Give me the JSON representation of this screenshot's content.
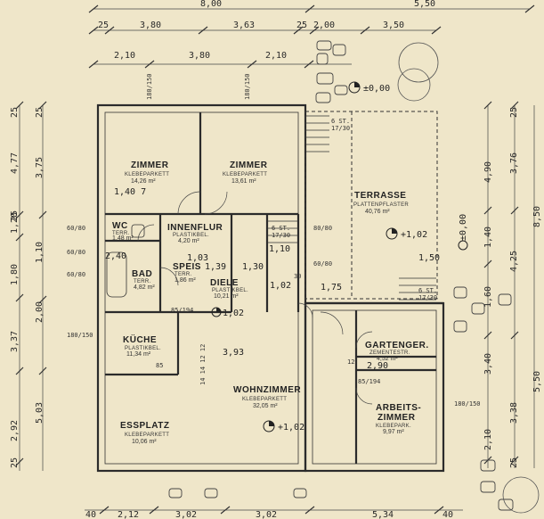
{
  "top_dims_row1": [
    "8,00",
    "5,50"
  ],
  "top_dims_row2": [
    "25",
    "3,80",
    "3,63",
    "25",
    "2,00",
    "3,50"
  ],
  "top_dims_row3": [
    "2,10",
    "3,80",
    "2,10"
  ],
  "bottom_dims": [
    "40",
    "2,12",
    "3,02",
    "3,02",
    "5,34",
    "40"
  ],
  "left_dims_outer": [
    "4,77",
    "1,20",
    "1,80",
    "2,00",
    "3,37",
    "2,92",
    "5,03"
  ],
  "left_dims_inner": [
    "25",
    "3,75",
    "25",
    "1,10",
    "25",
    "25"
  ],
  "right_dims": [
    "25",
    "4,90",
    "3,76",
    "8,50",
    "1,40",
    "4,25",
    "1,60",
    "3,40",
    "3,38",
    "2,10",
    "5,50",
    "25"
  ],
  "wall_marks": [
    "180/150",
    "180/150",
    "60/80",
    "60/80",
    "60/80",
    "80/80",
    "60/80",
    "180/150",
    "180/150",
    "85/194",
    "85/194"
  ],
  "rooms": {
    "zimmer1": {
      "name": "ZIMMER",
      "floor": "KLEBEPARKETT",
      "area": "14,26 m²",
      "dim": "1,40 7"
    },
    "zimmer2": {
      "name": "ZIMMER",
      "floor": "KLEBEPARKETT",
      "area": "13,61 m²"
    },
    "terrasse": {
      "name": "TERRASSE",
      "floor": "PLATTENPFLASTER",
      "area": "40,76 m²"
    },
    "wc": {
      "name": "WC",
      "floor": "TERR.",
      "area": "1,48 m²"
    },
    "innenflur": {
      "name": "INNENFLUR",
      "floor": "PLASTIKBEL.",
      "area": "4,20 m²"
    },
    "bad": {
      "name": "BAD",
      "floor": "TERR.",
      "area": "4,82 m²"
    },
    "speis": {
      "name": "SPEIS",
      "floor": "TERR.",
      "area": "1,86 m²"
    },
    "diele": {
      "name": "DIELE",
      "floor": "PLASTIKBEL.",
      "area": "10,21 m²"
    },
    "kueche": {
      "name": "KÜCHE",
      "floor": "PLASTIKBEL.",
      "area": "11,34 m²"
    },
    "wohnzimmer": {
      "name": "WOHNZIMMER",
      "floor": "KLEBEPARKETT",
      "area": "32,05 m²"
    },
    "essplatz": {
      "name": "ESSPLATZ",
      "floor": "KLEBEPARKETT",
      "area": "10,06 m²"
    },
    "garten": {
      "name": "GARTENGER.",
      "floor": "ZEMENTESTR.",
      "area": "4,52 m²"
    },
    "arbeit": {
      "name": "ARBEITS-",
      "name2": "ZIMMER",
      "floor": "KLEBEPARK.",
      "area": "9,97 m²"
    }
  },
  "levels": {
    "entry": "±0,00",
    "terrace": "+1,02",
    "living": "+1,02",
    "hall": "1,02",
    "garden_right": "±0,00"
  },
  "interior_dims": [
    "1,39",
    "1,30",
    "1,75",
    "1,50",
    "3,93",
    "2,90",
    "12",
    "1,10",
    "1,02",
    "2,40",
    "1,03"
  ],
  "stairs": [
    "6 ST.",
    "17/30",
    "6 ST.",
    "17/30",
    "6 ST.",
    "17/30"
  ],
  "misc": {
    "kitchen_dim": "14 14 12 12",
    "diele_small": "30",
    "kitchen_steps": "85"
  }
}
